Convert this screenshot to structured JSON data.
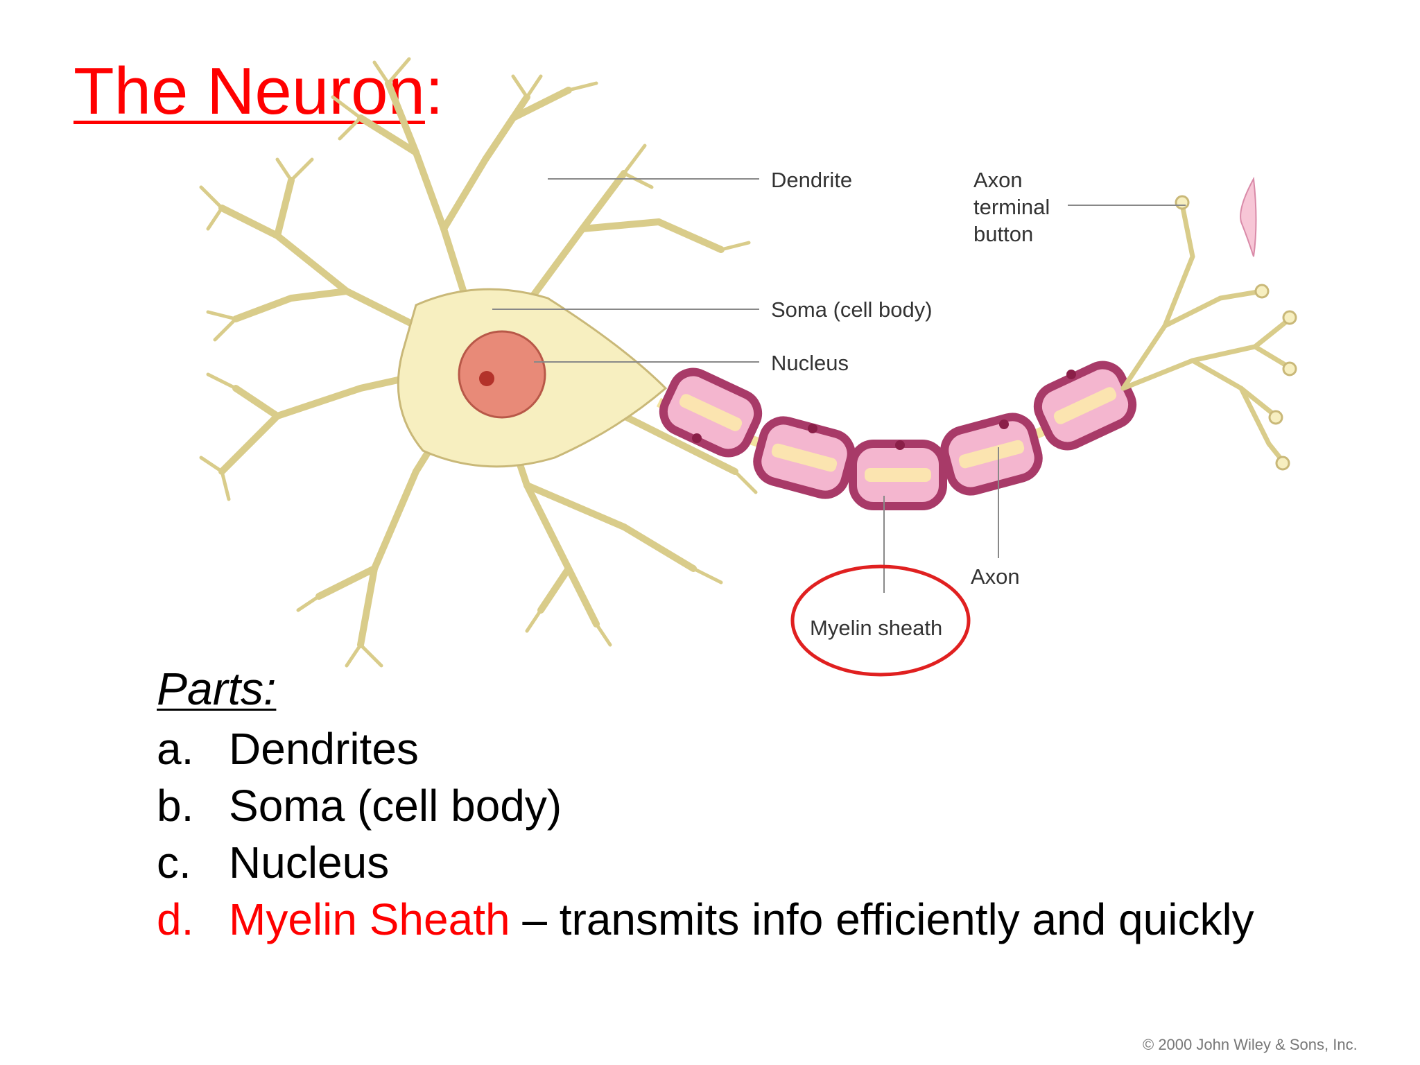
{
  "title": {
    "main": "The Neuron",
    "colon": ":"
  },
  "labels": {
    "dendrite": "Dendrite",
    "axon_terminal_line1": "Axon",
    "axon_terminal_line2": "terminal",
    "axon_terminal_line3": "button",
    "soma": "Soma (cell body)",
    "nucleus": "Nucleus",
    "axon": "Axon",
    "myelin": "Myelin sheath"
  },
  "parts": {
    "heading": "Parts:",
    "items": [
      {
        "letter": "a.",
        "name": "Dendrites",
        "desc": ""
      },
      {
        "letter": "b.",
        "name": "Soma (cell body)",
        "desc": ""
      },
      {
        "letter": "c.",
        "name": "Nucleus",
        "desc": ""
      },
      {
        "letter": "d.",
        "name": "Myelin Sheath",
        "desc": " – transmits info efficiently and quickly"
      }
    ]
  },
  "copyright": "© 2000 John Wiley & Sons, Inc.",
  "colors": {
    "accent": "#ff0000",
    "cell_body": "#f7efc0",
    "cell_outline": "#c9b878",
    "nucleus": "#e88a78",
    "myelin_outer": "#a83a68",
    "myelin_inner": "#f4b6cf"
  }
}
